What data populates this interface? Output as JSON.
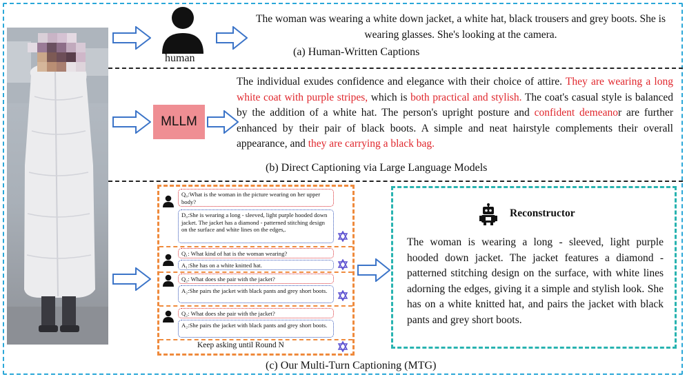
{
  "human": {
    "label": "human",
    "caption": "The woman was wearing a white down jacket, a white hat, black trousers and grey boots. She is wearing glasses. She's looking at the camera.",
    "section_label": "(a) Human-Written Captions"
  },
  "mllm": {
    "label": "MLLM",
    "caption_parts": [
      {
        "text": "The individual  exudes confidence and elegance with their choice of attire. ",
        "color": "black"
      },
      {
        "text": "They are wearing a long white coat with purple stripes,",
        "color": "red"
      },
      {
        "text": " which is ",
        "color": "black"
      },
      {
        "text": "both practical and stylish.",
        "color": "red"
      },
      {
        "text": " The coat's casual style is balanced by the addition of a white hat. The person's upright posture and ",
        "color": "black"
      },
      {
        "text": "confident demeano",
        "color": "red"
      },
      {
        "text": "r are further enhanced by their pair of black boots. A simple and neat hairstyle complements their overall appearance, and ",
        "color": "black"
      },
      {
        "text": "they are carrying a black bag.",
        "color": "red"
      }
    ],
    "section_label": "(b) Direct Captioning via Large Language Models"
  },
  "mtg": {
    "dialog": [
      {
        "q": "Q₀:What is the woman in the picture wearing on her upper body?",
        "a": "D₀:She is wearing a long - sleeved, light purple hooded down jacket. The jacket has a diamond - patterned stitching design on the surface and white lines on the edges,."
      },
      {
        "q": "Q₁: What kind of hat is the woman wearing?",
        "a": "A₁:She has on a white knitted hat."
      },
      {
        "q": "Q₂: What does she pair with the jacket?",
        "a": "A₂:She pairs the jacket with black pants and grey short boots."
      },
      {
        "q": "Q₂: What does she pair with the jacket?",
        "a": "A₂:She pairs the jacket with black pants and grey short boots."
      }
    ],
    "keep_asking": "Keep asking until Round N",
    "reconstructor_label": "Reconstructor",
    "reconstructed_caption": "The woman is wearing a long - sleeved, light purple hooded down jacket. The jacket features a diamond - patterned stitching design on the surface, with white lines adorning the edges, giving it a simple and stylish look. She has on a white knitted hat, and pairs the jacket with black pants and grey short boots.",
    "section_label": "(c) Our Multi-Turn Captioning (MTG)"
  },
  "colors": {
    "outer_border": "#2aa7d8",
    "arrow": "#3b74c8",
    "mllm_box": "#ef8e93",
    "dialog_border": "#ef8a3c",
    "reconstructor_border": "#28b3b0",
    "question_border": "#d8262c",
    "answer_border": "#2c4fb5",
    "highlight_text": "#e0262c"
  },
  "icons": {
    "human": "person-silhouette-icon",
    "user": "user-icon",
    "assistant": "ai-model-icon",
    "reconstructor": "robot-icon",
    "arrow": "right-arrow-icon"
  }
}
